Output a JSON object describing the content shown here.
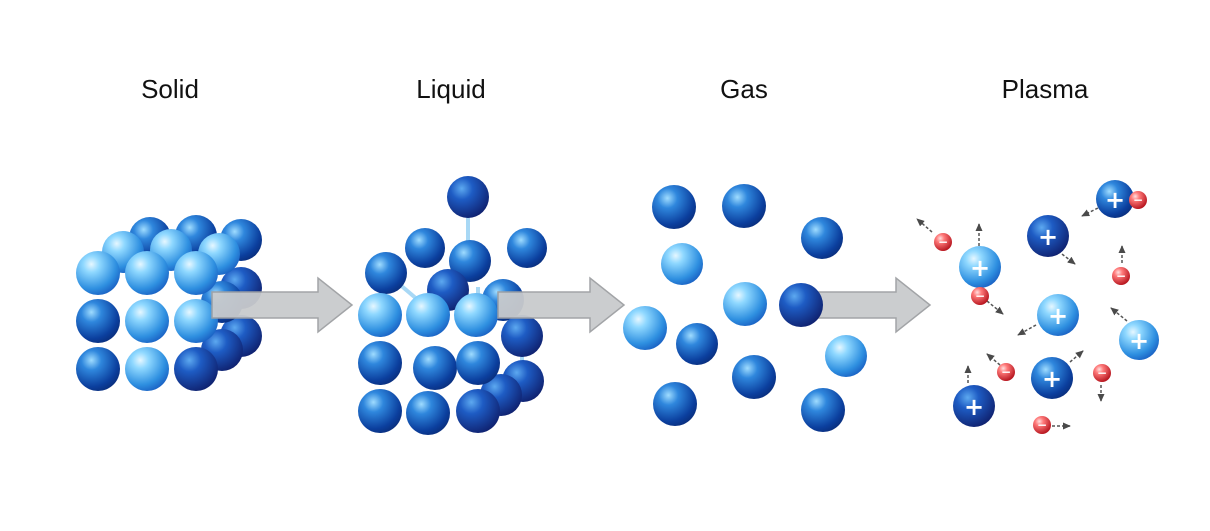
{
  "stages": [
    {
      "label": "Solid"
    },
    {
      "label": "Liquid"
    },
    {
      "label": "Gas"
    },
    {
      "label": "Plasma"
    }
  ],
  "colors": {
    "particle_light": "#8fd8ff",
    "particle_mid": "#2e8fe0",
    "particle_dark": "#0b3f9e",
    "particle_deep": "#122a85",
    "electron_light": "#ff9a9a",
    "electron_dark": "#c8141c",
    "arrow_fill": "#c9cbcd",
    "arrow_stroke": "#9ea0a3",
    "link": "#a8d8f5",
    "motion_arrow": "#555555"
  },
  "symbols": {
    "ion": "+",
    "electron": "−"
  }
}
